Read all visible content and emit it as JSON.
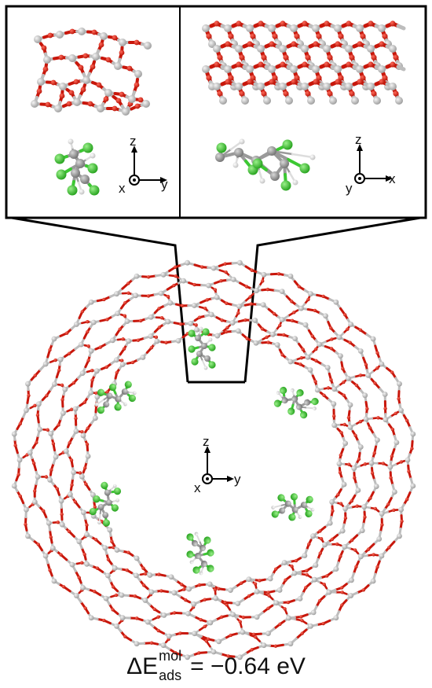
{
  "panels": {
    "left_axes": {
      "up": "z",
      "right": "y",
      "out": "x"
    },
    "right_axes": {
      "up": "z",
      "right": "x",
      "out": "y"
    }
  },
  "main_axes": {
    "up": "z",
    "right": "y",
    "out": "x"
  },
  "energy": {
    "symbol": "ΔE",
    "superscript": "mol",
    "subscript": "ads",
    "relation": "= −0.64 eV"
  },
  "colors": {
    "silicon": "#c4c4c4",
    "oxygen": "#e01a0e",
    "oxygen_dark": "#9c1208",
    "chlorine": "#3cc832",
    "hydrogen": "#f2f2f2",
    "frame": "#000000"
  }
}
